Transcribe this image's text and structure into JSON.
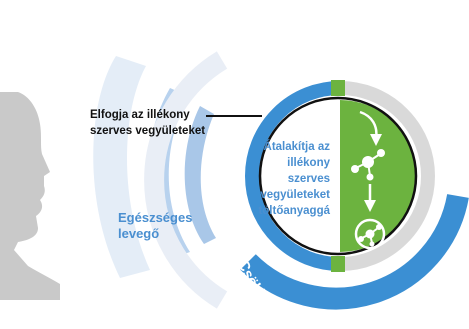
{
  "labels": {
    "captures_line1": "Elfogja az illékony",
    "captures_line2": "szerves vegyületeket",
    "transforms_line1": "Átalakítja az",
    "transforms_line2": "illékony",
    "transforms_line3": "szerves",
    "transforms_line4": "vegyületeket",
    "transforms_line5": "töltőanyaggá",
    "healthy_air_line1": "Egészséges",
    "healthy_air_line2": "levegő",
    "reduces_formaldehyde": "Csökkenti a formaldehidet"
  },
  "colors": {
    "blue": "#3b8fd3",
    "light_blue": "#a9c7e8",
    "pale_blue": "#e4edf7",
    "green": "#6cb33f",
    "gray": "#d9d9d9",
    "silhouette": "#c9c9c9",
    "text_dark": "#111111",
    "text_blue": "#4a8fd0"
  },
  "icons": [
    "head-silhouette-icon",
    "arrow-down-icon",
    "molecule-icon",
    "filler-molecule-icon"
  ]
}
